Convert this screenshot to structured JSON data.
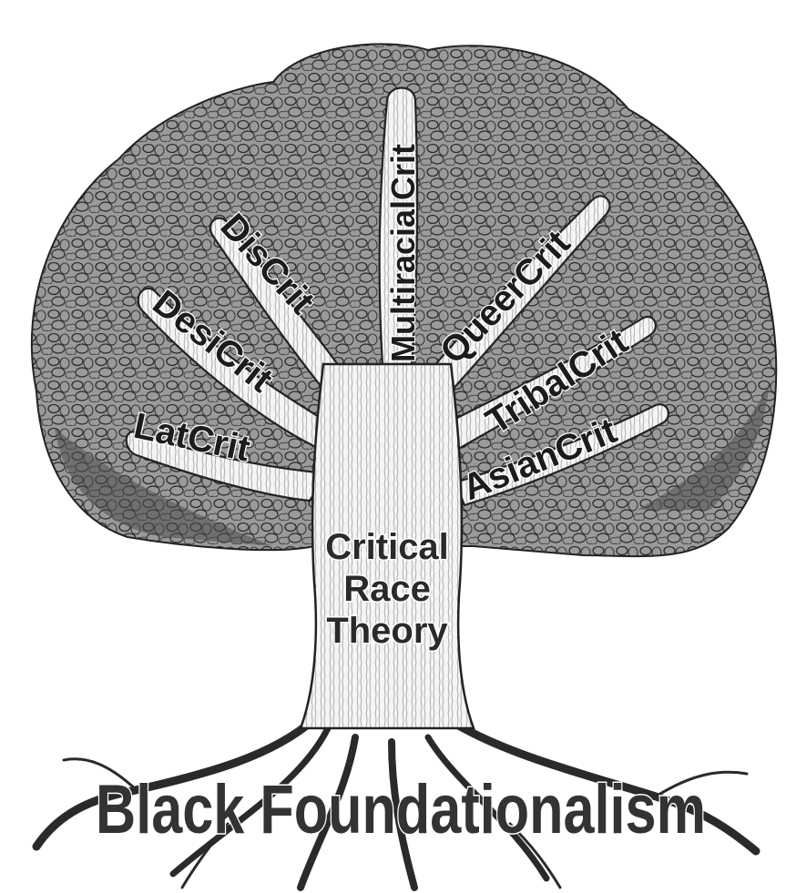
{
  "roots_label": "Black Foundationalism",
  "trunk_label": {
    "line1": "Critical",
    "line2": "Race",
    "line3": "Theory"
  },
  "branches": [
    {
      "label": "LatCrit"
    },
    {
      "label": "DesiCrit"
    },
    {
      "label": "DisCrit"
    },
    {
      "label": "MultiracialCrit"
    },
    {
      "label": "QueerCrit"
    },
    {
      "label": "TribalCrit"
    },
    {
      "label": "AsianCrit"
    }
  ],
  "colors": {
    "ink": "#1c1c1c",
    "canopy": "#8d8d8d",
    "canopy_dark": "#5a5a5a",
    "wood": "#f4f4f4",
    "background": "#ffffff"
  }
}
